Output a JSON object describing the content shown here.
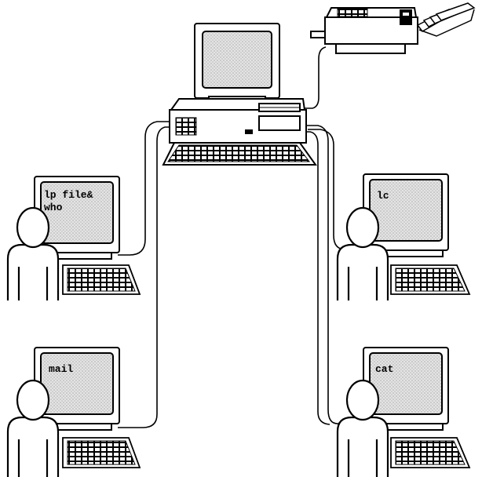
{
  "terminals": [
    {
      "id": "top-left",
      "lines": [
        "lp file&",
        "who"
      ]
    },
    {
      "id": "top-right",
      "lines": [
        "lc"
      ]
    },
    {
      "id": "bottom-left",
      "lines": [
        "mail"
      ]
    },
    {
      "id": "bottom-right",
      "lines": [
        "cat"
      ]
    }
  ],
  "colors": {
    "ink": "#000000",
    "screen": "#d9d9d9",
    "paper": "#ffffff"
  },
  "icons": [
    "host-computer-icon",
    "printer-icon",
    "user-icon",
    "terminal-icon",
    "keyboard-icon"
  ]
}
